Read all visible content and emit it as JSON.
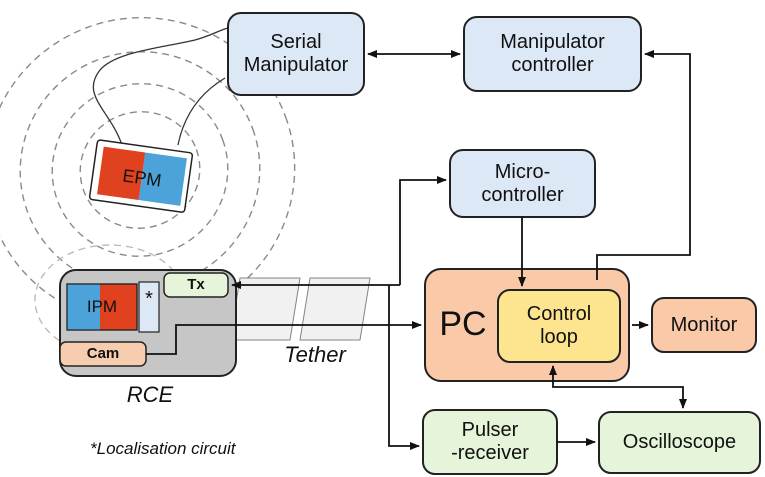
{
  "blocks": {
    "serial_manipulator": "Serial\nManipulator",
    "manipulator_controller": "Manipulator\ncontroller",
    "microcontroller": "Micro-\ncontroller",
    "pc": "PC",
    "control_loop": "Control\nloop",
    "monitor": "Monitor",
    "pulser_receiver": "Pulser\n-receiver",
    "oscilloscope": "Oscilloscope"
  },
  "capsule": {
    "epm": "EPM",
    "ipm": "IPM",
    "asterisk": "*",
    "tx": "Tx",
    "cam": "Cam",
    "label": "RCE"
  },
  "tether_label": "Tether",
  "footnote": "*Localisation circuit",
  "colors": {
    "blue_block": "#dce8f6",
    "orange_block": "#f9c9a8",
    "yellow_block": "#fde48e",
    "green_block": "#e6f4d9",
    "magnet_red": "#e0411f",
    "magnet_blue": "#4ca3d9",
    "capsule_grey": "#c6c6c6",
    "cam_fill": "#f7cdb0",
    "field_lines": "#888888"
  }
}
